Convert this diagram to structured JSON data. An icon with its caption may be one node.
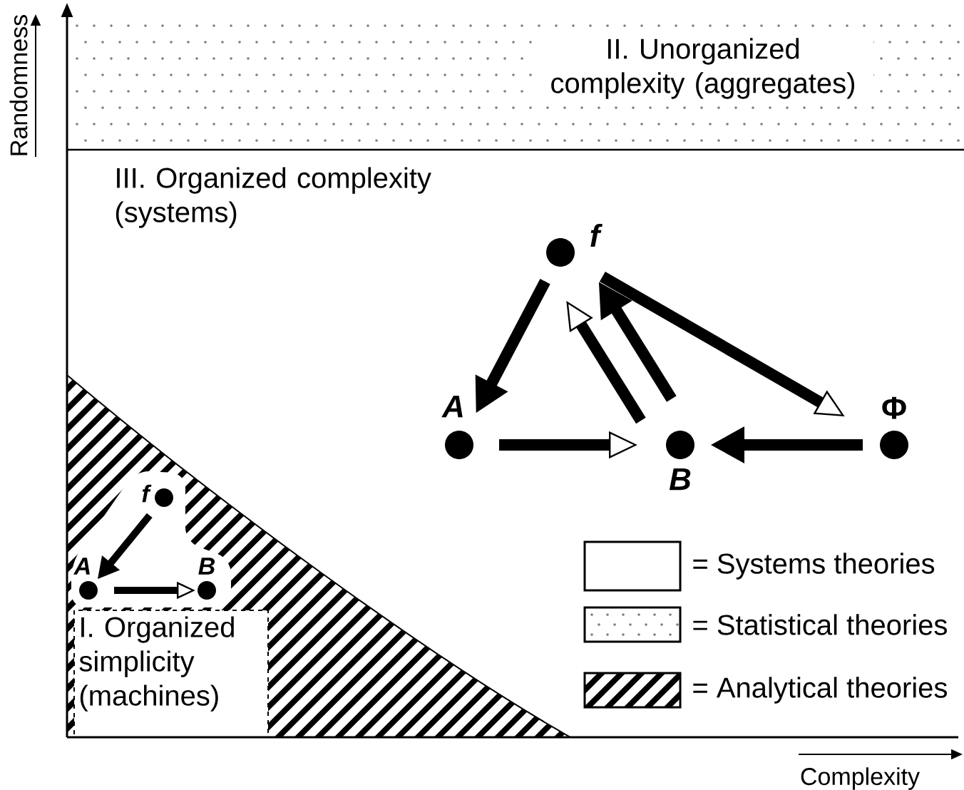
{
  "diagram": {
    "nodes": [
      {
        "text": [
          "f"
        ]
      },
      {
        "text": [
          "A"
        ]
      },
      {
        "text": [
          "B"
        ]
      },
      {
        "text": [
          "Φ"
        ]
      },
      {
        "text": [
          "f"
        ]
      },
      {
        "text": [
          "A"
        ]
      },
      {
        "text": [
          "B"
        ]
      }
    ],
    "edges": [
      {
        "from": 0,
        "to": 1,
        "arrow": "to"
      },
      {
        "from": 1,
        "to": 2,
        "arrow": "to"
      },
      {
        "from": 2,
        "to": 0,
        "arrow": "to"
      },
      {
        "from": 2,
        "to": 0,
        "arrow": "to"
      },
      {
        "from": 0,
        "to": 3,
        "arrow": "to"
      },
      {
        "from": 3,
        "to": 2,
        "arrow": "to"
      },
      {
        "from": 4,
        "to": 5,
        "arrow": "to"
      },
      {
        "from": 5,
        "to": 6,
        "arrow": "to"
      }
    ],
    "labels": [
      "Randomness",
      "II. Unorganized complexity (aggregates)",
      "III. Organized complexity (systems)",
      "I. Organized simplicity (machines)",
      "Complexity"
    ],
    "legend": [
      {
        "text": "= Systems theories"
      },
      {
        "text": "= Statistical theories"
      },
      {
        "text": "= Analytical theories"
      }
    ]
  }
}
